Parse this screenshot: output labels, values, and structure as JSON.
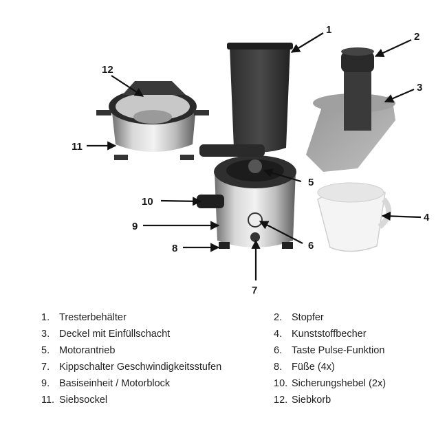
{
  "callouts": [
    "1",
    "2",
    "3",
    "4",
    "5",
    "6",
    "7",
    "8",
    "9",
    "10",
    "11",
    "12"
  ],
  "legend": [
    {
      "num": "1.",
      "label": "Tresterbehälter"
    },
    {
      "num": "2.",
      "label": "Stopfer"
    },
    {
      "num": "3.",
      "label": "Deckel mit Einfüllschacht"
    },
    {
      "num": "4.",
      "label": "Kunststoffbecher"
    },
    {
      "num": "5.",
      "label": "Motorantrieb"
    },
    {
      "num": "6.",
      "label": "Taste Pulse-Funktion"
    },
    {
      "num": "7.",
      "label": "Kippschalter Geschwindigkeitsstufen"
    },
    {
      "num": "8.",
      "label": "Füße (4x)"
    },
    {
      "num": "9.",
      "label": "Basiseinheit / Motorblock"
    },
    {
      "num": "10.",
      "label": "Sicherungshebel (2x)"
    },
    {
      "num": "11.",
      "label": "Siebsockel"
    },
    {
      "num": "12.",
      "label": "Siebkorb"
    }
  ]
}
